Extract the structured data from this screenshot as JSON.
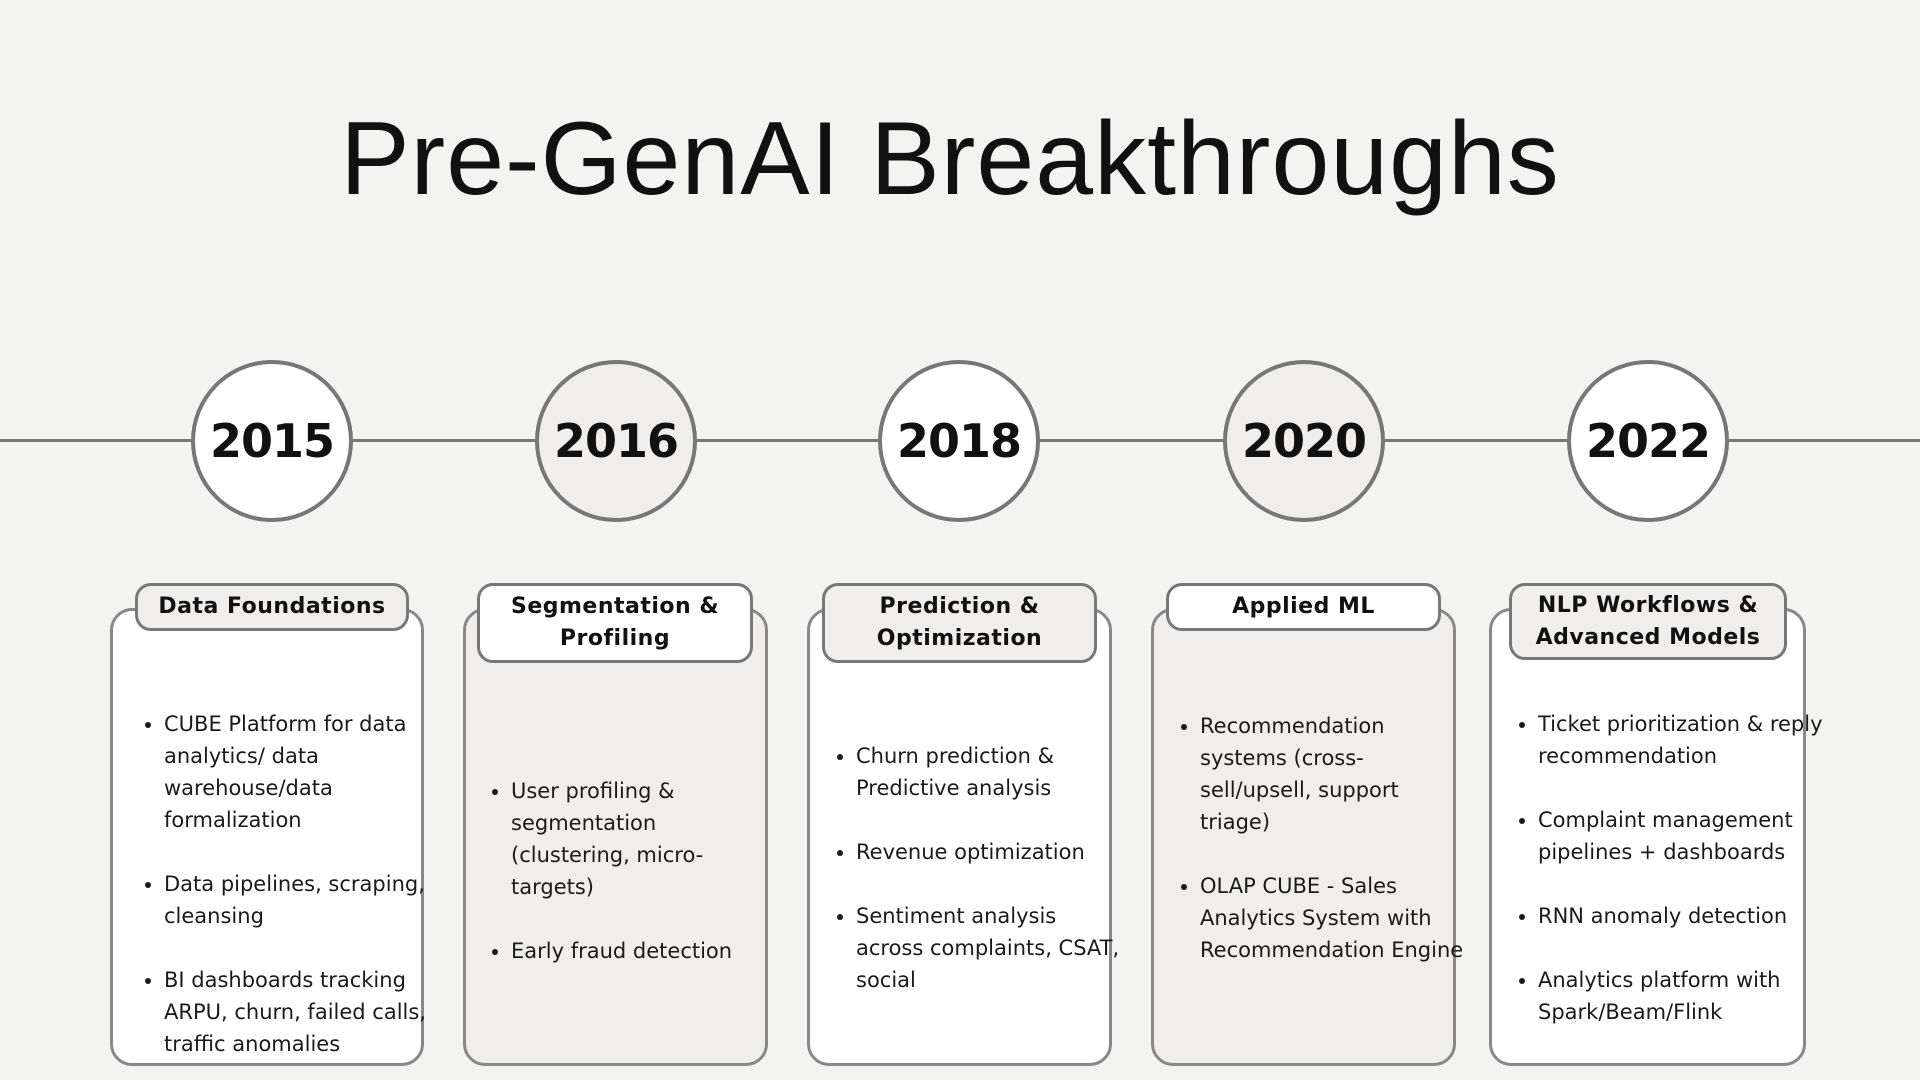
{
  "title": "Pre-GenAI Breakthroughs",
  "milestones": [
    {
      "year": "2015",
      "heading": "Data Foundations",
      "items": [
        "CUBE Platform for data analytics/ data warehouse/data formalization",
        "Data pipelines, scraping, cleansing",
        "BI dashboards tracking ARPU, churn, failed calls, traffic anomalies"
      ]
    },
    {
      "year": "2016",
      "heading": "Segmentation & Profiling",
      "items": [
        "User profiling & segmentation (clustering, micro-targets)",
        "Early fraud detection"
      ]
    },
    {
      "year": "2018",
      "heading": "Prediction & Optimization",
      "items": [
        "Churn prediction & Predictive analysis",
        "Revenue optimization",
        "Sentiment analysis across complaints, CSAT, social"
      ]
    },
    {
      "year": "2020",
      "heading": "Applied ML",
      "items": [
        "Recommendation systems (cross-sell/upsell, support triage)",
        "OLAP CUBE - Sales Analytics System with Recommendation Engine"
      ]
    },
    {
      "year": "2022",
      "heading": "NLP Workflows & Advanced Models",
      "items": [
        "Ticket prioritization & reply recommendation",
        "Complaint management pipelines + dashboards",
        "RNN anomaly detection",
        "Analytics platform with Spark/Beam/Flink"
      ]
    }
  ]
}
